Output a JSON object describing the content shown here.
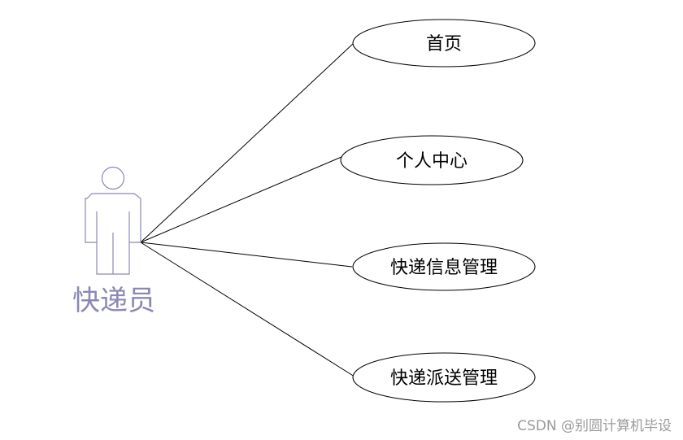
{
  "actor": {
    "label": "快递员",
    "icon": "person-icon",
    "color": "#8b89b4"
  },
  "use_cases": [
    {
      "id": "home",
      "label": "首页"
    },
    {
      "id": "profile",
      "label": "个人中心"
    },
    {
      "id": "delivery-info",
      "label": "快递信息管理"
    },
    {
      "id": "delivery-dispatch",
      "label": "快递派送管理"
    }
  ],
  "watermark": {
    "text": "CSDN @别圆计算机毕设",
    "color": "#9a9a9a"
  },
  "colors": {
    "line": "#000000",
    "ellipse_stroke": "#000000",
    "ellipse_fill": "#ffffff"
  }
}
